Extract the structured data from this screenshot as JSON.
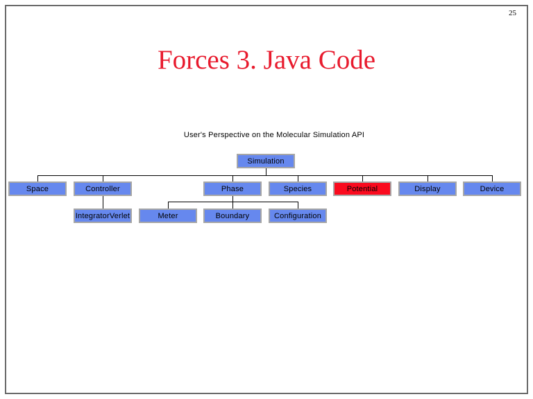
{
  "slide": {
    "page_number": "25",
    "title": "Forces 3. Java Code",
    "caption": "User's Perspective on the Molecular Simulation API"
  },
  "colors": {
    "title_red": "#E81A2D",
    "node_blue": "#6688EE",
    "node_highlight_red": "#FA0A1E",
    "node_border": "#A6A6A6",
    "connector": "#000000",
    "frame_gray": "#6A6A6A"
  },
  "diagram": {
    "nodes": [
      {
        "id": "simulation",
        "label": "Simulation",
        "highlighted": false
      },
      {
        "id": "space",
        "label": "Space",
        "highlighted": false
      },
      {
        "id": "controller",
        "label": "Controller",
        "highlighted": false
      },
      {
        "id": "phase",
        "label": "Phase",
        "highlighted": false
      },
      {
        "id": "species",
        "label": "Species",
        "highlighted": false
      },
      {
        "id": "potential",
        "label": "Potential",
        "highlighted": true
      },
      {
        "id": "display",
        "label": "Display",
        "highlighted": false
      },
      {
        "id": "device",
        "label": "Device",
        "highlighted": false
      },
      {
        "id": "integratorverlet",
        "label": "IntegratorVerlet",
        "highlighted": false
      },
      {
        "id": "meter",
        "label": "Meter",
        "highlighted": false
      },
      {
        "id": "boundary",
        "label": "Boundary",
        "highlighted": false
      },
      {
        "id": "configuration",
        "label": "Configuration",
        "highlighted": false
      }
    ],
    "edges": [
      {
        "from": "simulation",
        "to": "space"
      },
      {
        "from": "simulation",
        "to": "controller"
      },
      {
        "from": "simulation",
        "to": "phase"
      },
      {
        "from": "simulation",
        "to": "species"
      },
      {
        "from": "simulation",
        "to": "potential"
      },
      {
        "from": "simulation",
        "to": "display"
      },
      {
        "from": "simulation",
        "to": "device"
      },
      {
        "from": "controller",
        "to": "integratorverlet"
      },
      {
        "from": "phase",
        "to": "meter"
      },
      {
        "from": "phase",
        "to": "boundary"
      },
      {
        "from": "phase",
        "to": "configuration"
      }
    ]
  }
}
